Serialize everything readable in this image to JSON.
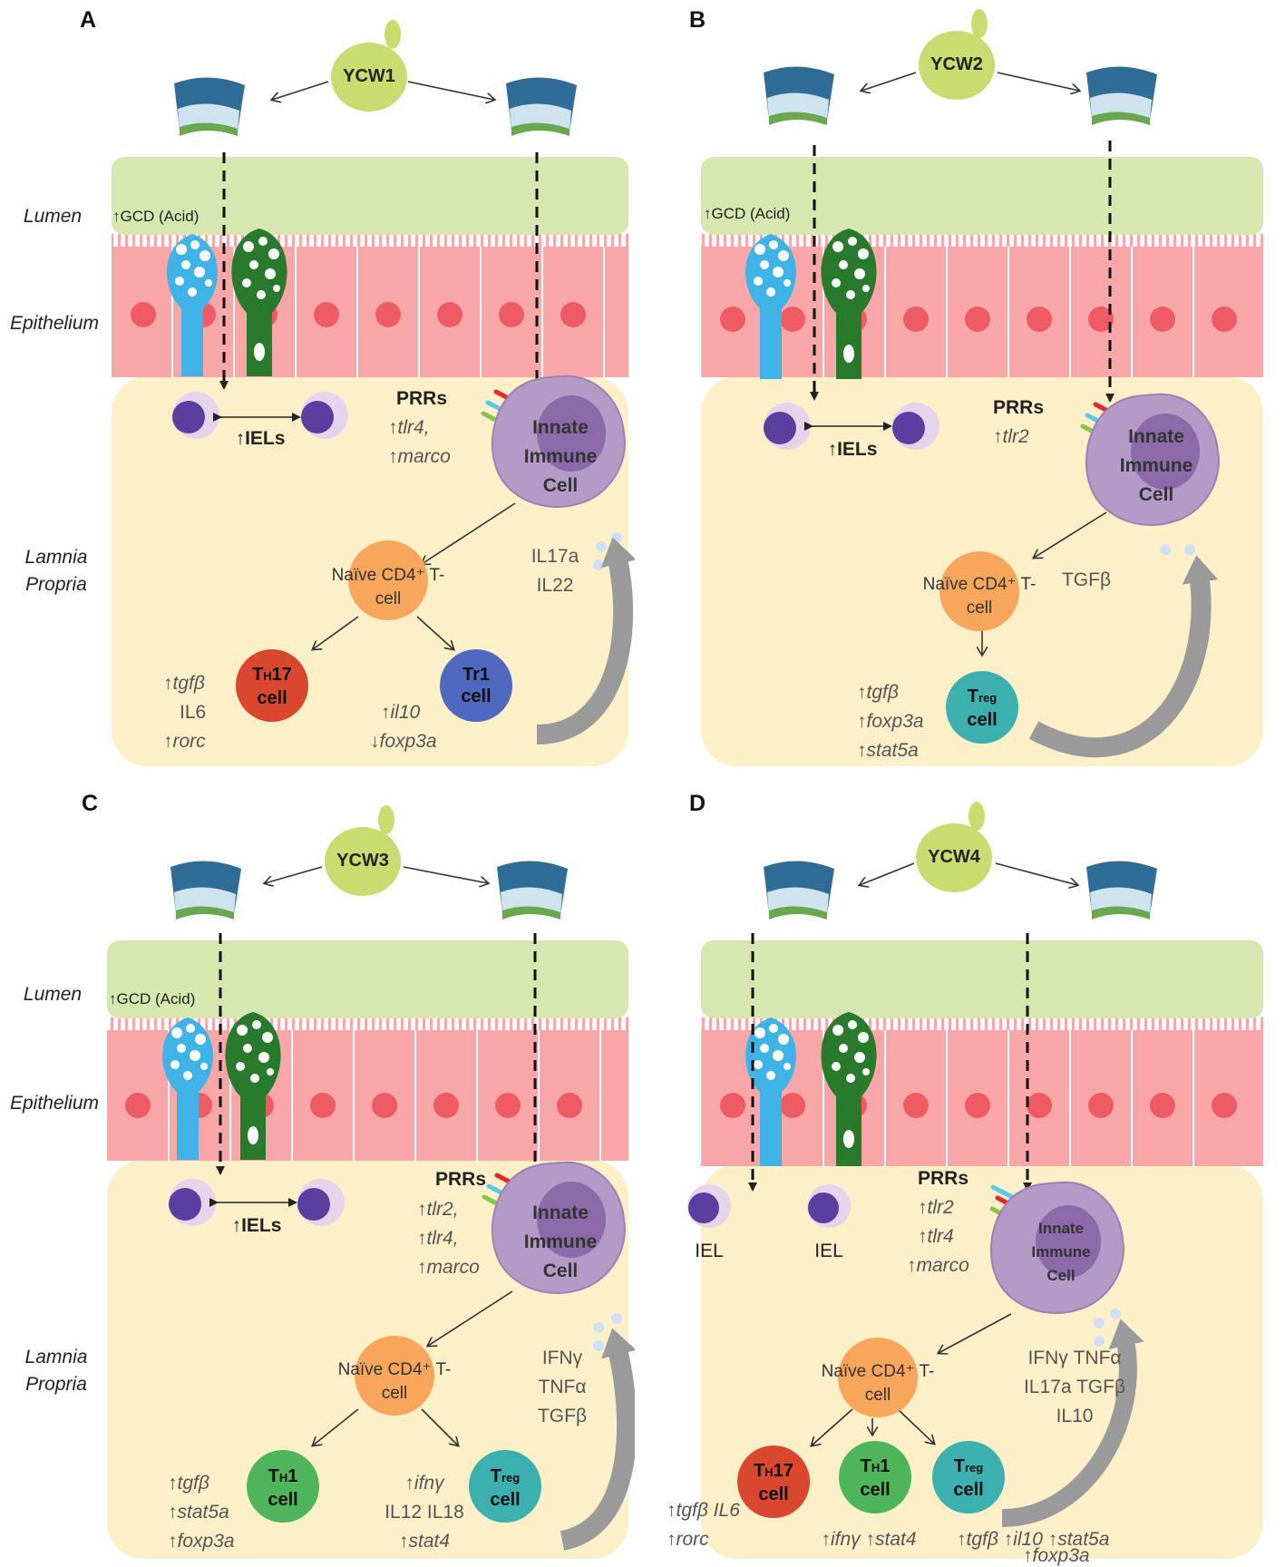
{
  "zones": {
    "lumen": "Lumen",
    "epithelium": "Epithelium",
    "lamina": "Lamnia Propria"
  },
  "common": {
    "innate_cell": "Innate Immune Cell",
    "naive_cell": "Naïve CD4⁺ T-cell",
    "prrs": "PRRs",
    "gcd": "↑GCD (Acid)",
    "iels": "↑IELs",
    "iel": "IEL"
  },
  "panels": [
    {
      "letter": "A",
      "ycw": "YCW1",
      "receptors": [
        "↑tlr4,",
        "↑marco"
      ],
      "cytokines": [
        "IL17a",
        "IL22"
      ],
      "th17_markers": [
        "↑tgfβ",
        "IL6",
        "↑rorc"
      ],
      "tr1_markers": [
        "↑il10",
        "↓foxp3a"
      ],
      "tr1_label": "Tr1 cell"
    },
    {
      "letter": "B",
      "ycw": "YCW2",
      "receptors": [
        "↑tlr2"
      ],
      "cytokines": [
        "TGFβ"
      ],
      "treg_markers": [
        "↑tgfβ",
        "↑foxp3a",
        "↑stat5a"
      ]
    },
    {
      "letter": "C",
      "ycw": "YCW3",
      "receptors": [
        "↑tlr2,",
        "↑tlr4,",
        "↑marco"
      ],
      "cytokines": [
        "IFNγ",
        "TNFα",
        "TGFβ"
      ],
      "th1_markers": [
        "↑tgfβ",
        "↑stat5a",
        "↑foxp3a"
      ],
      "treg_markers": [
        "↑ifnγ",
        "IL12 IL18",
        "↑stat4"
      ]
    },
    {
      "letter": "D",
      "ycw": "YCW4",
      "receptors": [
        "↑tlr2",
        "↑tlr4",
        "↑marco"
      ],
      "cytokines": [
        "IFNγ TNFα",
        "IL17a TGFβ",
        "IL10"
      ],
      "th17_markers": [
        "↑tgfβ IL6",
        "↑rorc"
      ],
      "th1_markers": [
        "↑ifnγ ↑stat4"
      ],
      "treg_markers": [
        "↑tgfβ ↑il10 ↑stat5a",
        "↑foxp3a"
      ]
    }
  ],
  "colors": {
    "lumen": "#d6e8b0",
    "epithelium": "#f7a7a8",
    "nucleus": "#ef5b65",
    "lamina": "#fdefc8",
    "goblet_blue": "#3fb3e6",
    "goblet_green": "#2a7a2e",
    "yeast": "#c9dc6f",
    "innate": "#b39ac7",
    "naive": "#f8a65c",
    "th17": "#d9472f",
    "tr1": "#4f68c0",
    "treg": "#3bb0ae",
    "th1": "#4fb55a"
  }
}
